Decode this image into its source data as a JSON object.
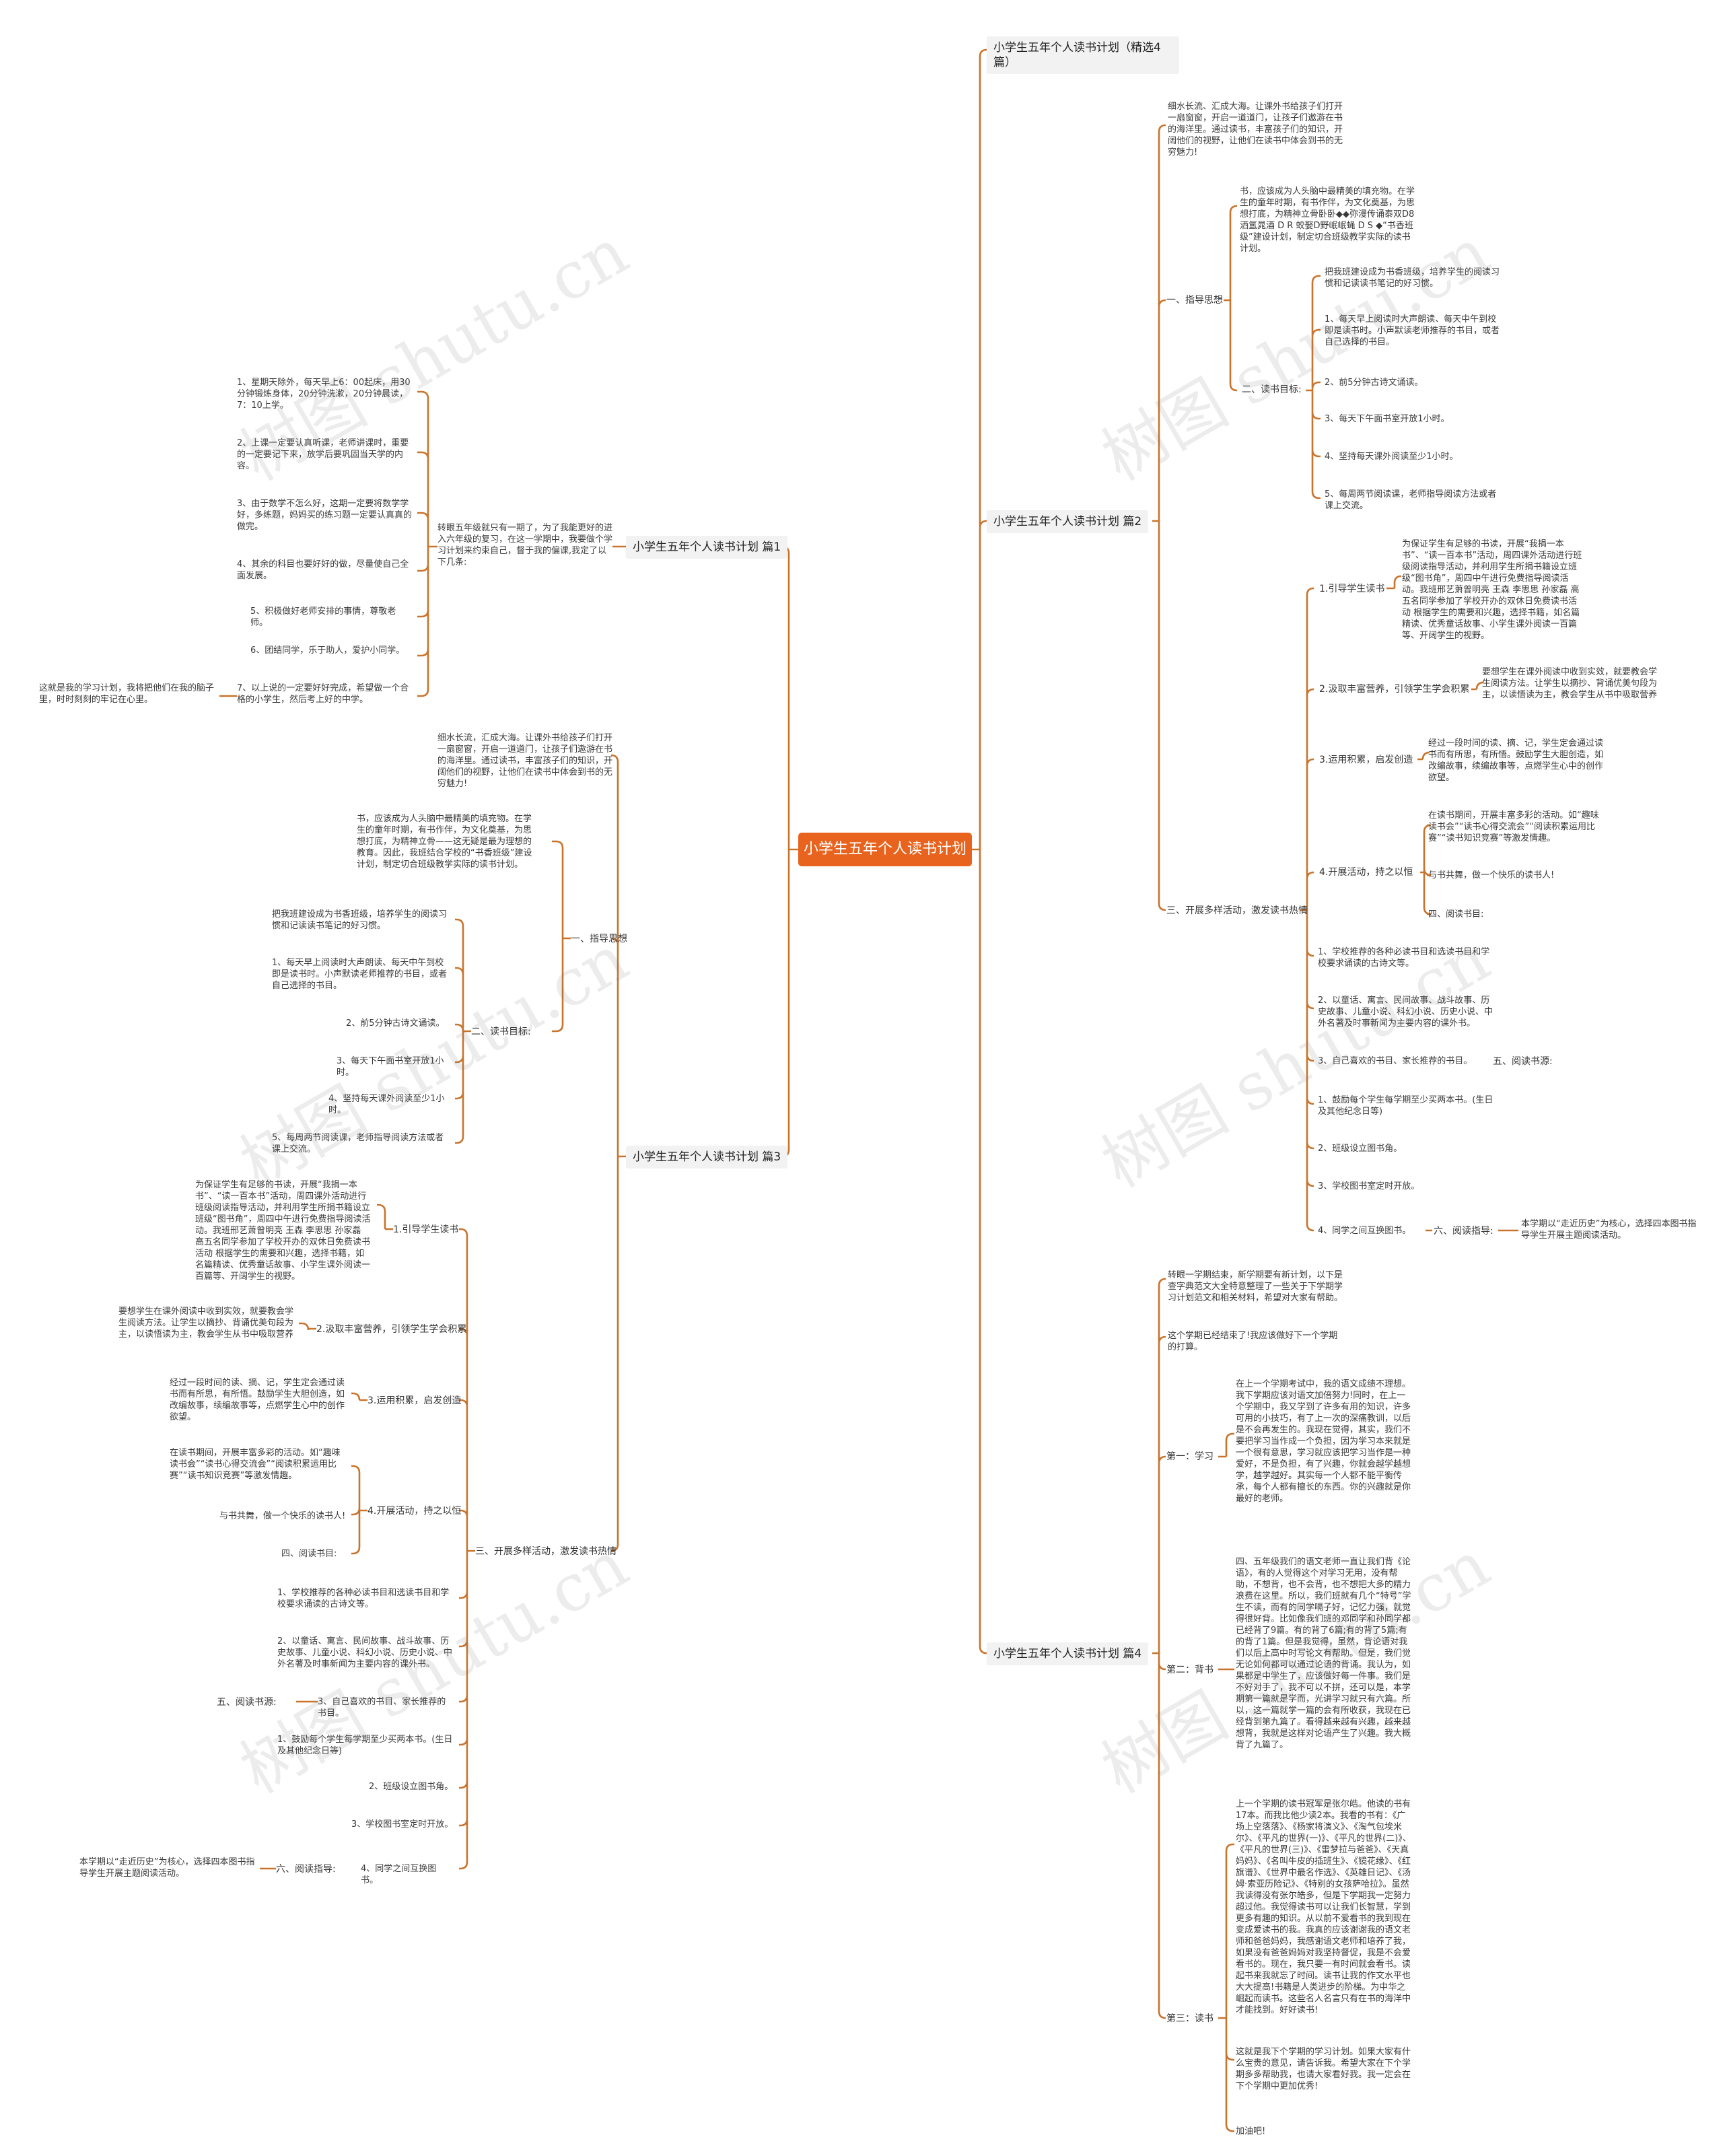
{
  "root": "小学生五年个人读书计划",
  "right": {
    "l1a": "小学生五年个人读书计划（精选4篇）",
    "l1b": "小学生五年个人读书计划 篇2",
    "b2_intro": "细水长流、汇成大海。让课外书给孩子们打开一扇窗窗，开启一道道门，让孩子们遨游在书的海洋里。通过读书，丰富孩子们的知识，开阔他们的视野，让他们在读书中体会到书的无穷魅力!",
    "b2_g1": "一、指导思想",
    "b2_g1_t": "书，应该成为人头脑中最精美的填充物。在学生的童年时期，有书作伴，为文化奠基，为思想打底，为精神立骨卧卧◆◆弥漫传诵泰双D8洒氲晁酒 D R 蛟娶D野岷岷蝇 D S ◆“书香班级”建设计划，制定切合班级教学实际的读书计划。",
    "b2_g2": "二、读书目标:",
    "b2_goals": [
      "把我班建设成为书香班级，培养学生的阅读习惯和记读读书笔记的好习惯。",
      "1、每天早上阅读时大声朗读、每天中午到校即是读书时。小声默读老师推荐的书目，或者自己选择的书目。",
      "2、前5分钟古诗文诵读。",
      "3、每天下午面书室开放1小时。",
      "4、坚持每天课外阅读至少1小时。",
      "5、每周两节阅读课，老师指导阅读方法或者课上交流。"
    ],
    "b2_g3": "三、开展多样活动，激发读书热情",
    "b2_acts": [
      {
        "label": "1.引导学生读书",
        "text": "为保证学生有足够的书读，开展“我捐一本书”、“读一百本书”活动，周四课外活动进行班级阅读指导活动，并利用学生所捐书籍设立班级“图书角”，周四中午进行免费指导阅读活动。我班邢艺萧曾明亮 王森 李思思 孙家磊 高五名同学参加了学校开办的双休日免费读书活动 根据学生的需要和兴趣，选择书籍，如名篇精读、优秀童话故事、小学生课外阅读一百篇等、开阔学生的视野。"
      },
      {
        "label": "2.汲取丰富营养，引领学生学会积累",
        "text": "要想学生在课外阅读中收到实效，就要教会学生阅读方法。让学生以摘抄、背诵优美句段为主，以读悟读为主，教会学生从书中吸取营养"
      },
      {
        "label": "3.运用积累，启发创造",
        "text": "经过一段时间的读、摘、记，学生定会通过读书而有所思，有所悟。鼓励学生大胆创造，如改编故事，续编故事等，点燃学生心中的创作欲望。"
      },
      {
        "label": "4.开展活动，持之以恒",
        "text": "在读书期间，开展丰富多彩的活动。如“趣味读书会”“读书心得交流会”“阅读积累运用比赛”“读书知识竞赛”等激发情趣。"
      }
    ],
    "b2_a4_child": "与书共舞，做一个快乐的读书人!",
    "b2_a4_child2": "四、阅读书目:",
    "b2_list": [
      "1、学校推荐的各种必读书目和选读书目和学校要求诵读的古诗文等。",
      "2、以童话、寓言、民间故事、战斗故事、历史故事、儿童小说、科幻小说、历史小说、中外名著及时事新闻为主要内容的课外书。",
      "3、自己喜欢的书目、家长推荐的书目。",
      "1、鼓励每个学生每学期至少买两本书。(生日及其他纪念日等)",
      "2、班级设立图书角。",
      "3、学校图书室定时开放。",
      "4、同学之间互换图书。"
    ],
    "b2_src": "五、阅读书源:",
    "b2_guide": "六、阅读指导:",
    "b2_guide_t": "本学期以“走近历史”为核心，选择四本图书指导学生开展主题阅读活动。",
    "l1c": "小学生五年个人读书计划 篇4",
    "b4_t1": "转眼一学期结束，新学期要有新计划，以下是查字典范文大全特意整理了一些关于下学期学习计划范文和相关材料，希望对大家有帮助。",
    "b4_t2": "这个学期已经结束了!我应该做好下一个学期的打算。",
    "b4_s1": "第一：学习",
    "b4_s1_t": "在上一个学期考试中，我的语文成绩不理想。我下学期应该对语文加倍努力!同时，在上一个学期中，我又学到了许多有用的知识，许多可用的小技巧，有了上一次的深痛教训，以后是不会再发生的。我现在觉得，其实，我们不要把学习当作成一个负担，因为学习本来就是一个很有意思，学习就应该把学习当作是一种爱好，不是负担，有了兴趣，你就会越学越想学，越学越好。其实每一个人都不能平衡传承，每个人都有擅长的东西。你的兴趣就是你最好的老师。",
    "b4_s2": "第二：背书",
    "b4_s2_t": "四、五年级我们的语文老师一直让我们背《论语》，有的人觉得这个对学习无用，没有帮助，不想背，也不会背，也不想把大多的精力浪费在这里。所以，我们班就有几个“特号”学生不读，而有的同学嗝子好，记忆力强，就觉得很好背。比如像我们班的邓同学和孙同学都已经背了9篇。有的背了6篇;有的背了5篇;有的背了1篇。但是我觉得，虽然，背论语对我们以后上高中时写论文有帮助。但是，我们觉无论如何都可以通过论语的背诵。我认为，如果都是中学生了，应该做好每一件事。我们是不好对手了，我不可以不拼，还可以是，本学期第一篇就是学而，光讲学习就只有六篇。所以，这一篇就学一篇的会有所收获，我现在已经背到第九篇了。看得越来越有兴趣，越来越想背，我就是这样对论语产生了兴趣。我大概背了九篇了。",
    "b4_s3": "第三：读书",
    "b4_s3_t": "上一个学期的读书冠军是张尔皓。他读的书有17本。而我比他少读2本。我看的书有：《广场上空落落》、《杨家将演义》、《淘气包埃米尔》、《平凡的世界(一)》、《平凡的世界(二)》、《平凡的世界(三)》、《雷梦拉与爸爸》、《天真妈妈》、《名叫牛皮的插班生》、《镜花缘》、《红旗谱》、《世界中最名作选》、《英雄日记》、《汤姆·索亚历险记》、《特别的女孩萨哈拉》。虽然我读得没有张尔皓多，但是下学期我一定努力超过他。我觉得读书可以让我们长智慧，学到更多有趣的知识。从以前不爱看书的我到现在变成爱读书的我。我真的应该谢谢我的语文老师和爸爸妈妈，我感谢语文老师和培养了我，如果没有爸爸妈妈对我坚持督促，我是不会爱看书的。现在，我只要一有时间就会看书。读起书来我就忘了时间。读书让我的作文水平也大大提高!书籍是人类进步的阶梯。为中华之崛起而读书。这些名人名言只有在书的海洋中才能找到。好好读书!",
    "b4_s3_t2": "这就是我下个学期的学习计划。如果大家有什么宝贵的意见，请告诉我。希望大家在下个学期多多帮助我，也请大家看好我。我一定会在下个学期中更加优秀!",
    "b4_s3_t3": "加油吧!"
  },
  "left": {
    "l1a": "小学生五年个人读书计划 篇1",
    "b1_intro": "转眼五年级就只有一期了，为了我能更好的进入六年级的复习，在这一学期中，我要做个学习计划来约束自己，督于我的偏课,我定了以下几条:",
    "b1_items": [
      "1、星期天除外，每天早上6：00起床，用30分钟锻炼身体，20分钟洗漱，20分钟晨读，7：10上学。",
      "2、上课一定要认真听课，老师讲课时，重要的一定要记下来，放学后要巩固当天学的内容。",
      "3、由于数学不怎么好，这期一定要将数学学好，多练题，妈妈买的练习题一定要认真真的做完。",
      "4、其余的科目也要好好的做，尽量使自己全面发展。",
      "5、积极做好老师安排的事情，尊敬老师。",
      "6、团结同学，乐于助人，爱护小同学。",
      "7、以上说的一定要好好完成，希望做一个合格的小学生，然后考上好的中学。"
    ],
    "b1_end": "这就是我的学习计划，我将把他们在我的脑子里，时时刻刻的牢记在心里。",
    "l1b": "小学生五年个人读书计划 篇3",
    "b3_intro": "细水长流，汇成大海。让课外书给孩子们打开一扇窗窗，开启一道道门，让孩子们遨游在书的海洋里。通过读书，丰富孩子们的知识，开阔他们的视野，让他们在读书中体会到书的无穷魅力!",
    "b3_g1": "一、指导思想",
    "b3_g1_t": "书，应该成为人头脑中最精美的填充物。在学生的童年时期，有书作伴，为文化奠基，为思想打底，为精神立骨——这无疑是最为理想的教育。因此，我班结合学校的“书香班级”建设计划，制定切合班级教学实际的读书计划。",
    "b3_g2": "二、读书目标:",
    "b3_goals": [
      "把我班建设成为书香班级，培养学生的阅读习惯和记读读书笔记的好习惯。",
      "1、每天早上阅读时大声朗读、每天中午到校即是读书时。小声默读老师推荐的书目，或者自己选择的书目。",
      "2、前5分钟古诗文诵读。",
      "3、每天下午面书室开放1小时。",
      "4、坚持每天课外阅读至少1小时。",
      "5、每周两节阅读课，老师指导阅读方法或者课上交流。"
    ],
    "b3_g3": "三、开展多样活动，激发读书热情",
    "b3_acts": [
      {
        "label": "1.引导学生读书",
        "text": "为保证学生有足够的书读，开展“我捐一本书”、“读一百本书”活动，周四课外活动进行班级阅读指导活动，并利用学生所捐书籍设立班级“图书角”，周四中午进行免费指导阅读活动。我班邢艺萧曾明亮 王森 李思思 孙家磊 高五名同学参加了学校开办的双休日免费读书活动 根据学生的需要和兴趣，选择书籍，如名篇精读、优秀童话故事、小学生课外阅读一百篇等、开阔学生的视野。"
      },
      {
        "label": "2.汲取丰富营养，引领学生学会积累",
        "text": "要想学生在课外阅读中收到实效，就要教会学生阅读方法。让学生以摘抄、背诵优美句段为主，以读悟读为主，教会学生从书中吸取营养"
      },
      {
        "label": "3.运用积累，启发创造",
        "text": "经过一段时间的读、摘、记，学生定会通过读书而有所思，有所悟。鼓励学生大胆创造，如改编故事，续编故事等，点燃学生心中的创作欲望。"
      },
      {
        "label": "4.开展活动，持之以恒",
        "text": "在读书期间，开展丰富多彩的活动。如“趣味读书会”“读书心得交流会”“阅读积累运用比赛”“读书知识竞赛”等激发情趣。"
      }
    ],
    "b3_a4_child": "与书共舞，做一个快乐的读书人!",
    "b3_a4_child2": "四、阅读书目:",
    "b3_list": [
      "1、学校推荐的各种必读书目和选读书目和学校要求诵读的古诗文等。",
      "2、以童话、寓言、民间故事、战斗故事、历史故事、儿童小说、科幻小说、历史小说、中外名著及时事新闻为主要内容的课外书。",
      "3、自己喜欢的书目、家长推荐的书目。",
      "1、鼓励每个学生每学期至少买两本书。(生日及其他纪念日等)",
      "2、班级设立图书角。",
      "3、学校图书室定时开放。",
      "4、同学之间互换图书。"
    ],
    "b3_src": "五、阅读书源:",
    "b3_guide": "六、阅读指导:",
    "b3_guide_t": "本学期以“走近历史”为核心，选择四本图书指导学生开展主题阅读活动。"
  },
  "watermark": "树图 shutu.cn",
  "colors": {
    "root_bg": "#e8631e",
    "line": "#c9742c",
    "l1_bg": "#f2f2f2"
  }
}
